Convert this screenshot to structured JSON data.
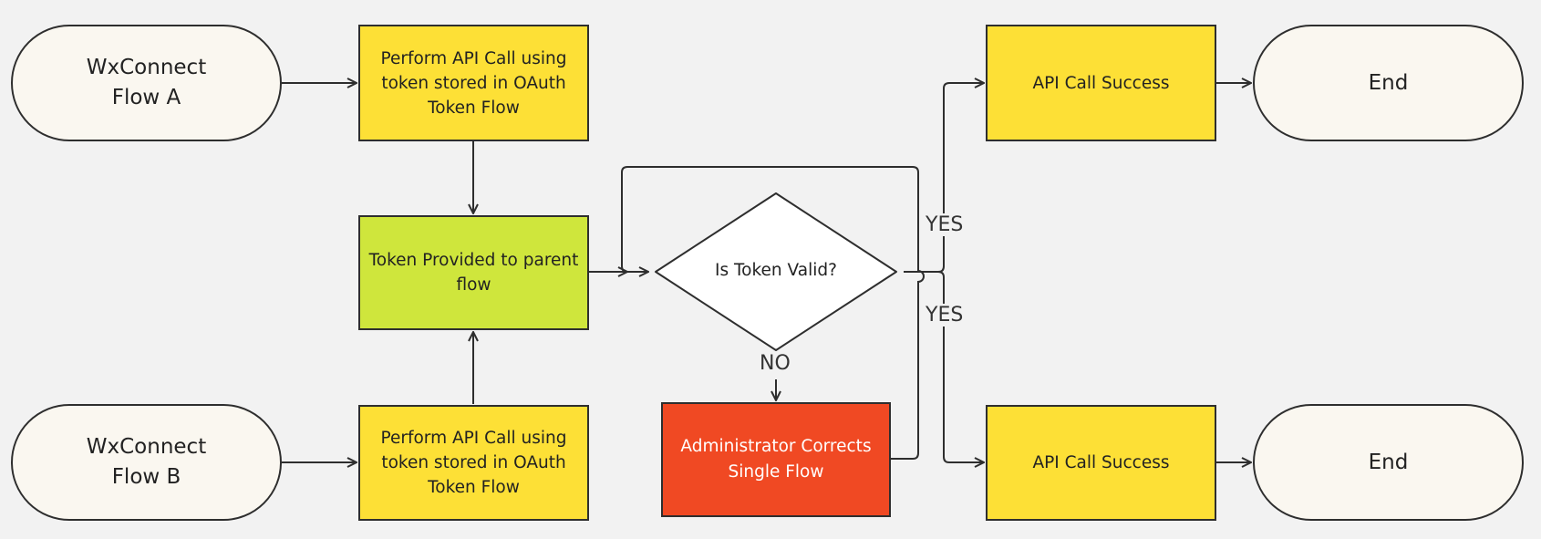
{
  "colors": {
    "background": "#f2f2f2",
    "terminal": "#faf7f0",
    "process": "#fde036",
    "token": "#cfe63c",
    "error": "#f04923",
    "decision": "#ffffff",
    "stroke": "#2e2e2e"
  },
  "nodes": {
    "flow_a": {
      "line1": "WxConnect",
      "line2": "Flow A"
    },
    "flow_b": {
      "line1": "WxConnect",
      "line2": "Flow B"
    },
    "api_call_a": {
      "line1": "Perform API Call using",
      "line2": "token stored in OAuth",
      "line3": "Token Flow"
    },
    "api_call_b": {
      "line1": "Perform API Call using",
      "line2": "token stored in OAuth",
      "line3": "Token Flow"
    },
    "token_provided": {
      "line1": "Token Provided to parent",
      "line2": "flow"
    },
    "decision": {
      "label": "Is Token Valid?"
    },
    "admin_corrects": {
      "line1": "Administrator Corrects",
      "line2": "Single Flow"
    },
    "success_top": {
      "label": "API Call Success"
    },
    "success_bottom": {
      "label": "API Call Success"
    },
    "end_top": {
      "label": "End"
    },
    "end_bottom": {
      "label": "End"
    }
  },
  "edge_labels": {
    "yes_top": "YES",
    "yes_bottom": "YES",
    "no": "NO"
  }
}
